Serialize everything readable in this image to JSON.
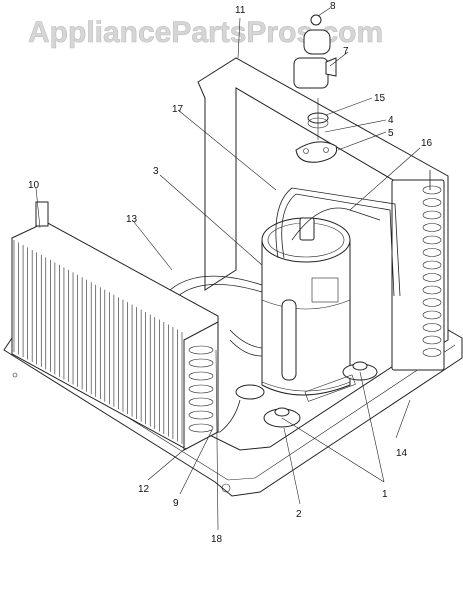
{
  "watermark": "AppliancePartsPros.com",
  "callouts": {
    "c1": "1",
    "c2": "2",
    "c3": "3",
    "c4": "4",
    "c5": "5",
    "c7": "7",
    "c8": "8",
    "c9": "9",
    "c10": "10",
    "c11": "11",
    "c12": "12",
    "c13": "13",
    "c14": "14",
    "c15": "15",
    "c16": "16",
    "c17": "17",
    "c18": "18"
  }
}
